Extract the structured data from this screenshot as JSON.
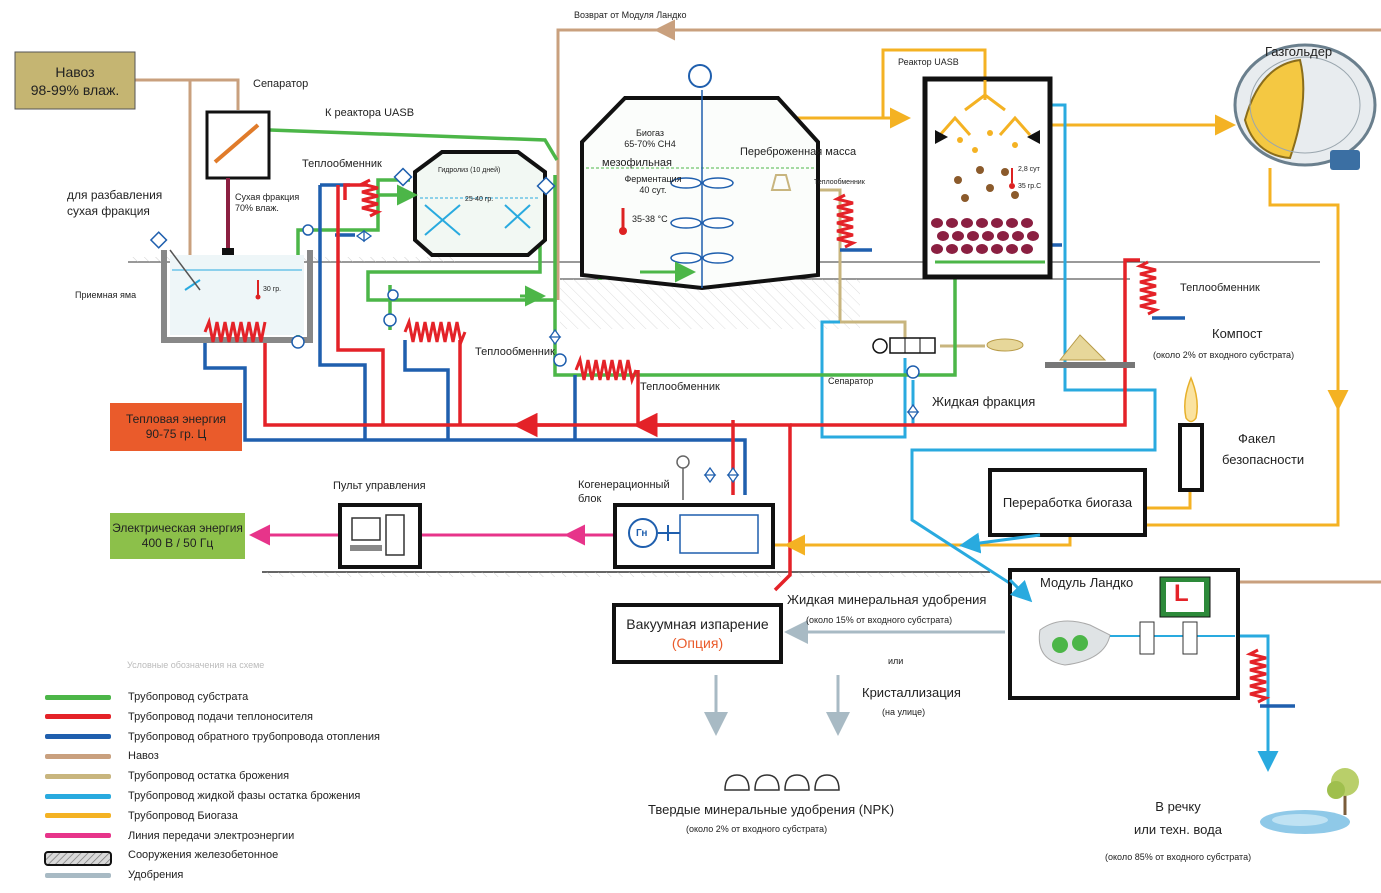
{
  "colors": {
    "substrate": "#4cb648",
    "supply": "#e42228",
    "return": "#1f5fae",
    "manure": "#c9a07e",
    "residue": "#c8b57e",
    "liquid": "#29aadf",
    "biogas": "#f4b223",
    "power": "#e7348a",
    "fertilizer": "#a8bac4",
    "heat_box": "#ea5b2b",
    "power_box": "#8cc04a",
    "manure_box": "#c5b572",
    "brick": "#8b1f41"
  },
  "labels": {
    "manure_box_l1": "Навоз",
    "manure_box_l2": "98-99% влаж.",
    "separator_top": "Сепаратор",
    "to_uasb": "К реактора UASB",
    "return_lando": "Возврат от Модуля Ландко",
    "uasb_reactor": "Реактор UASB",
    "gasholder": "Газгольдер",
    "dilution_l1": "для разбавления",
    "dilution_l2": "сухая фракция",
    "dry_fraction_l1": "Сухая фракция",
    "dry_fraction_l2": "70% влаж.",
    "heat_exchanger": "Теплообменник",
    "hydrolysis": "Гидролиз (10 дней)",
    "hydro_temp": "25-40 гр.",
    "biogas_l1": "Биогаз",
    "biogas_l2": "65-70% CH4",
    "mesophilic": "мезофильная",
    "fermentation_l1": "Ферментация",
    "fermentation_l2": "40 сут.",
    "ferm_temp": "35-38 °C",
    "fermented_mass": "Переброженная масса",
    "uasb_days": "2,8 сут",
    "uasb_temp": "35 гр.C",
    "receiving_pit": "Приемная яма",
    "pit_temp": "30 гр.",
    "compost": "Компост",
    "compost_note": "(около 2% от входного субстрата)",
    "separator_bottom": "Сепаратор",
    "liquid_fraction": "Жидкая фракция",
    "heat_energy_l1": "Тепловая энергия",
    "heat_energy_l2": "90-75 гр. Ц",
    "flare_l1": "Факел",
    "flare_l2": "безопасности",
    "control_panel": "Пульт управления",
    "chp_l1": "Когенерационный",
    "chp_l2": "блок",
    "generator": "Гн",
    "biogas_processing": "Переработка биогаза",
    "electric_l1": "Электрическая энергия",
    "electric_l2": "400 В / 50 Гц",
    "lando_module": "Модуль Ландко",
    "lando_logo": "L",
    "vacuum_l1": "Вакуумная изпарение",
    "vacuum_l2": "Опция",
    "liquid_mineral": "Жидкая минеральная удобрения",
    "liquid_mineral_note": "(около 15% от входного субстрата)",
    "or": "или",
    "crystallization": "Кристаллизация",
    "crystallization_note": "(на улице)",
    "solid_npk": "Твердые минеральные удобрения (NPK)",
    "solid_npk_note": "(около 2% от входного субстрата)",
    "river_l1": "В речку",
    "river_l2": "или техн. вода",
    "river_note": "(около 85% от входного субстрата)"
  },
  "legend": {
    "title": "Условные обозначения на схеме",
    "items": [
      {
        "label": "Трубопровод субстрата",
        "color": "#4cb648"
      },
      {
        "label": "Трубопровод подачи теплоносителя",
        "color": "#e42228"
      },
      {
        "label": "Трубопровод обратного трубопровода отопления",
        "color": "#1f5fae"
      },
      {
        "label": "Навоз",
        "color": "#c9a07e"
      },
      {
        "label": "Трубопровод остатка брожения",
        "color": "#c8b57e"
      },
      {
        "label": "Трубопровод жидкой фазы остатка брожения",
        "color": "#29aadf"
      },
      {
        "label": "Трубопровод Биогаза",
        "color": "#f4b223"
      },
      {
        "label": "Линия передачи электроэнергии",
        "color": "#e7348a"
      },
      {
        "label": "Сооружения железобетонное",
        "color": "hatch"
      },
      {
        "label": "Удобрения",
        "color": "#a8bac4"
      }
    ]
  },
  "icons": [
    "valve-icon",
    "pump-icon",
    "heat-coil-icon",
    "thermometer-icon",
    "mixer-icon",
    "computer-icon",
    "flame-icon",
    "fertilizer-bag-icon",
    "tree-icon",
    "pond-icon",
    "gasholder-icon",
    "generator-icon"
  ]
}
